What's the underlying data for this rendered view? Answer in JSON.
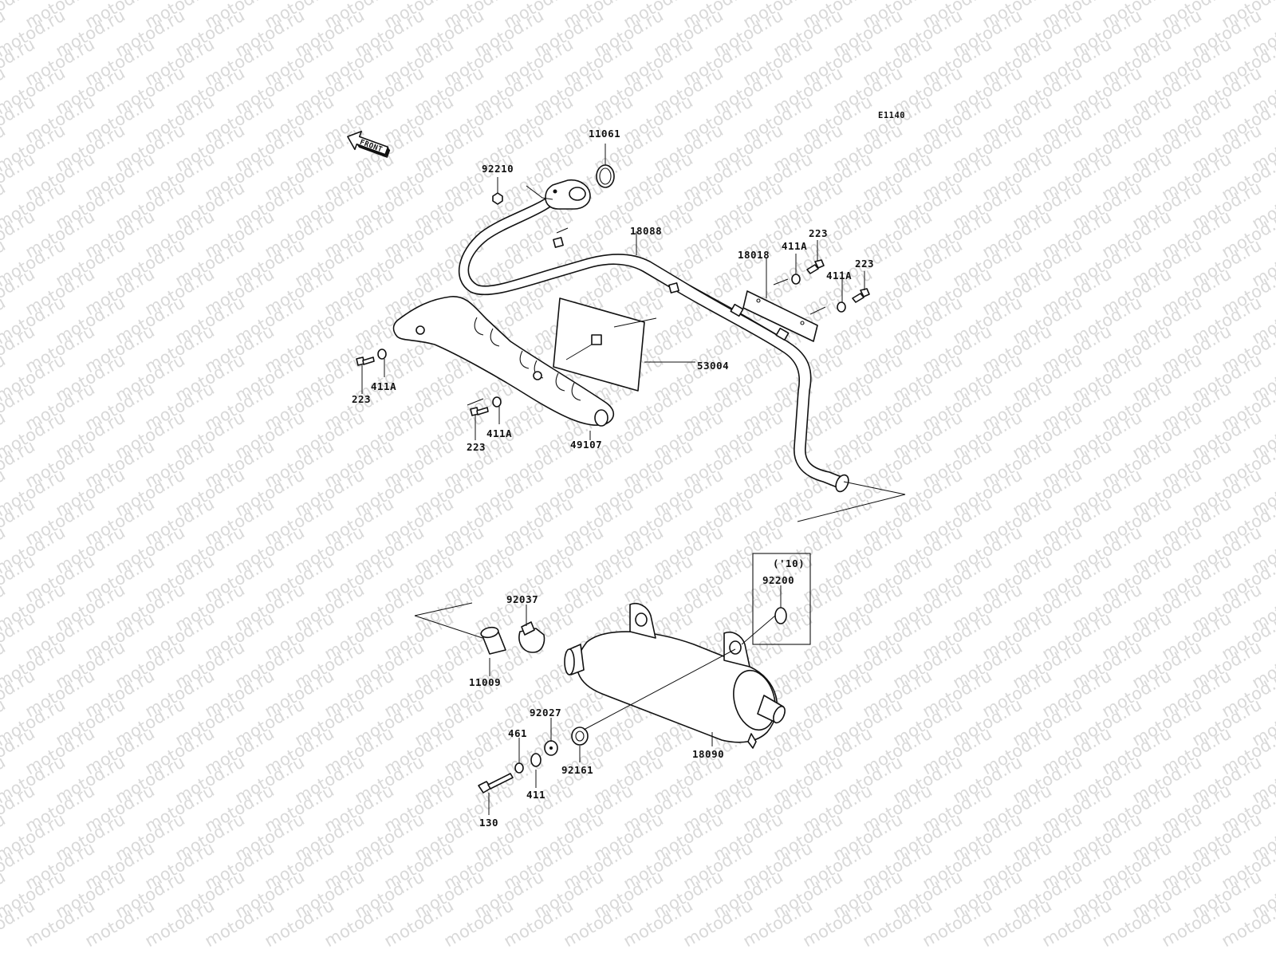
{
  "watermark": "motod.ru",
  "diagram_code": "E1140",
  "front_label": "FRONT",
  "year_note": "('10)",
  "labels": {
    "p92210": "92210",
    "p11061": "11061",
    "p18088": "18088",
    "p18018": "18018",
    "p411A_1": "411A",
    "p223_1": "223",
    "p223_2": "223",
    "p411A_2": "411A",
    "p53004": "53004",
    "p411A_3": "411A",
    "p223_3": "223",
    "p411A_4": "411A",
    "p223_4": "223",
    "p49107": "49107",
    "p92200": "92200",
    "p92037": "92037",
    "p11009": "11009",
    "p92027": "92027",
    "p461": "461",
    "p411": "411",
    "p92161": "92161",
    "p18090": "18090",
    "p130": "130"
  }
}
